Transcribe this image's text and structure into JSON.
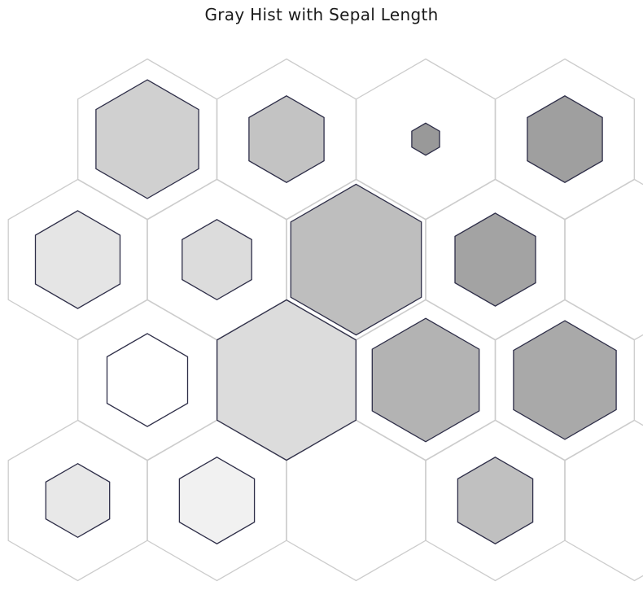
{
  "chart_data": {
    "type": "hexbin",
    "title": "Gray Hist with Sepal Length",
    "xlabel": "",
    "ylabel": "",
    "grid": false,
    "legend": "none",
    "size_encoding": "count",
    "color_encoding": "gray intensity",
    "colors": {
      "cell_outline": "#cccccc",
      "hex_stroke": "#2e2e48",
      "background": "#ffffff"
    },
    "cells": [
      {
        "row": 0,
        "col": 0,
        "size": 0.74,
        "gray": "#d0d0d0"
      },
      {
        "row": 0,
        "col": 1,
        "size": 0.54,
        "gray": "#c3c3c3"
      },
      {
        "row": 0,
        "col": 2,
        "size": 0.2,
        "gray": "#999999"
      },
      {
        "row": 0,
        "col": 3,
        "size": 0.54,
        "gray": "#9f9f9f"
      },
      {
        "row": 1,
        "col": 0,
        "size": 0.61,
        "gray": "#e5e5e5"
      },
      {
        "row": 1,
        "col": 1,
        "size": 0.5,
        "gray": "#dcdcdc"
      },
      {
        "row": 1,
        "col": 2,
        "size": 0.94,
        "gray": "#bebebe"
      },
      {
        "row": 1,
        "col": 3,
        "size": 0.58,
        "gray": "#a3a3a3"
      },
      {
        "row": 1,
        "col": 4,
        "size": 0.0,
        "gray": "#ffffff"
      },
      {
        "row": 2,
        "col": 0,
        "size": 0.58,
        "gray": "#ffffff"
      },
      {
        "row": 2,
        "col": 1,
        "size": 1.0,
        "gray": "#dcdcdc"
      },
      {
        "row": 2,
        "col": 2,
        "size": 0.77,
        "gray": "#b3b3b3"
      },
      {
        "row": 2,
        "col": 3,
        "size": 0.74,
        "gray": "#a9a9a9"
      },
      {
        "row": 3,
        "col": 0,
        "size": 0.46,
        "gray": "#e8e8e8"
      },
      {
        "row": 3,
        "col": 1,
        "size": 0.54,
        "gray": "#f1f1f1"
      },
      {
        "row": 3,
        "col": 2,
        "size": 0.0,
        "gray": "#ffffff"
      },
      {
        "row": 3,
        "col": 3,
        "size": 0.54,
        "gray": "#c0c0c0"
      },
      {
        "row": 3,
        "col": 4,
        "size": 0.0,
        "gray": "#ffffff"
      }
    ]
  }
}
